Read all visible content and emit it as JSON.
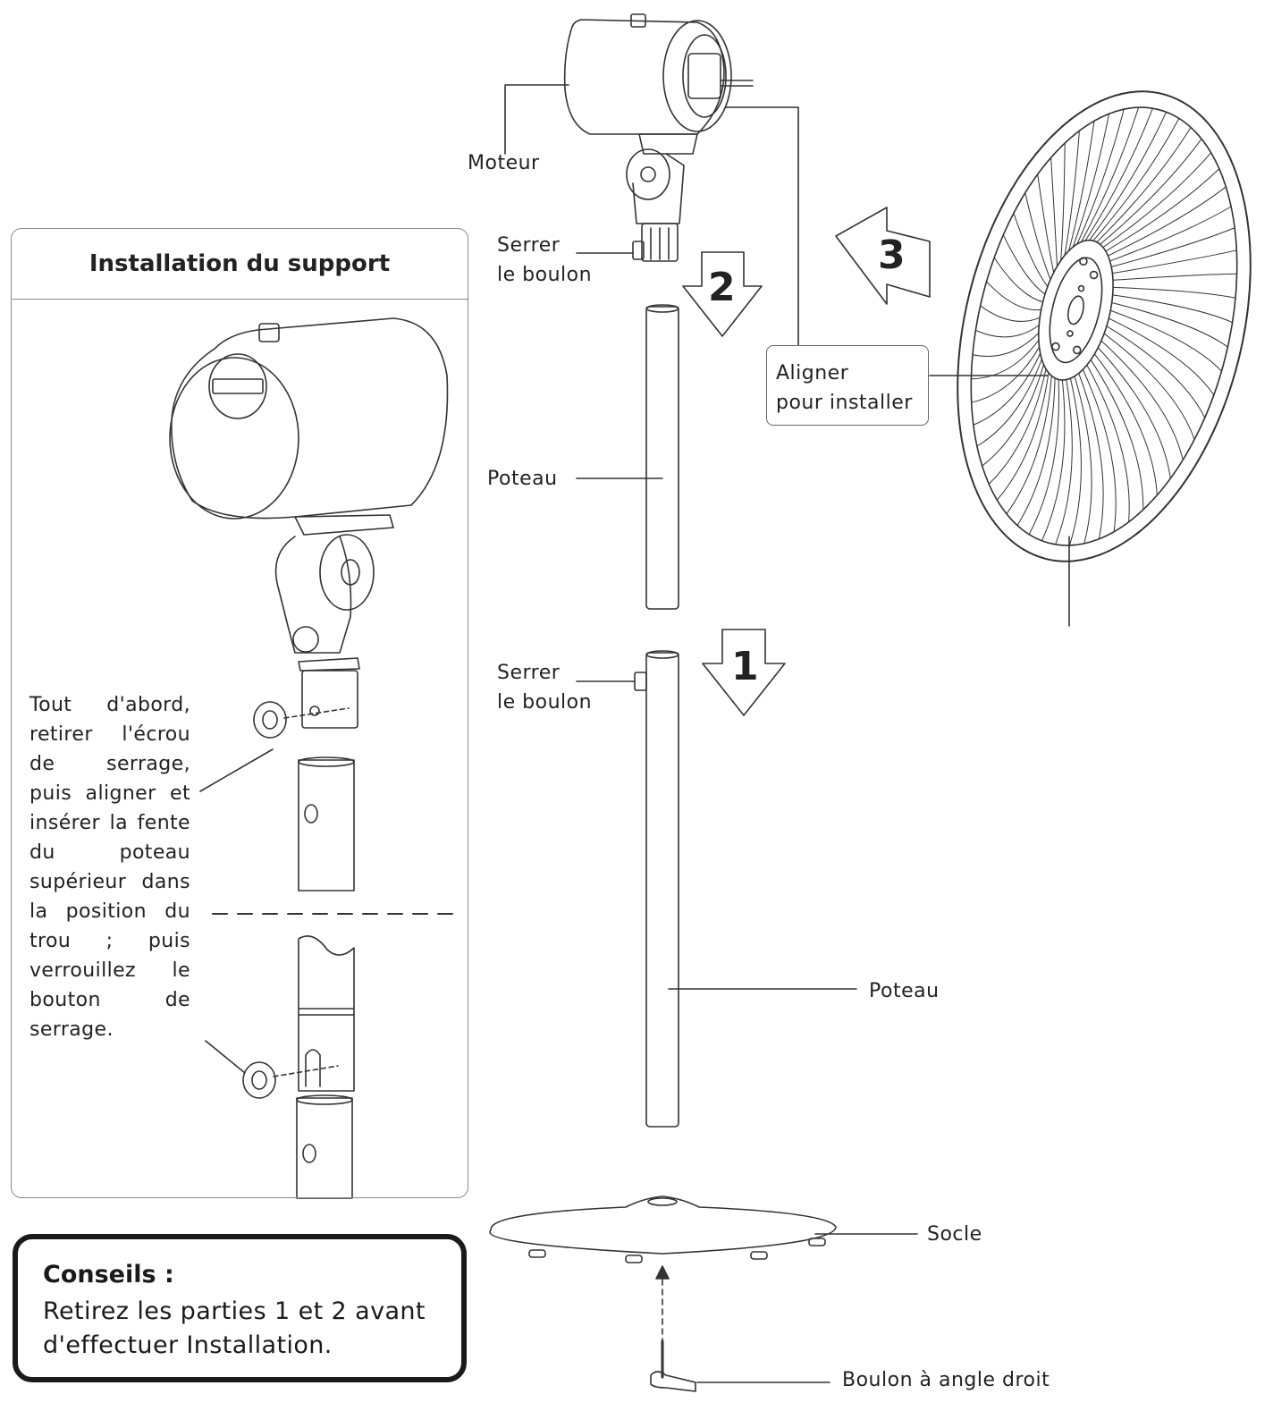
{
  "labels": {
    "moteur": "Moteur",
    "serrer_top_1": "Serrer",
    "serrer_top_2": "le boulon",
    "poteau_upper": "Poteau",
    "serrer_mid_1": "Serrer",
    "serrer_mid_2": "le boulon",
    "poteau_lower": "Poteau",
    "socle": "Socle",
    "boulon": "Boulon à angle droit",
    "aligner_1": "Aligner",
    "aligner_2": "pour installer"
  },
  "steps": [
    "1",
    "2",
    "3"
  ],
  "panel": {
    "title": "Installation du support",
    "instruction": "Tout d'abord, retirer l'écrou de serrage, puis aligner et insérer la fente du poteau supérieur dans la position du trou ; puis verrouillez le bouton de serrage."
  },
  "tips": {
    "title": "Conseils :",
    "text": "Retirez les parties 1 et 2 avant d'effectuer Installation."
  }
}
